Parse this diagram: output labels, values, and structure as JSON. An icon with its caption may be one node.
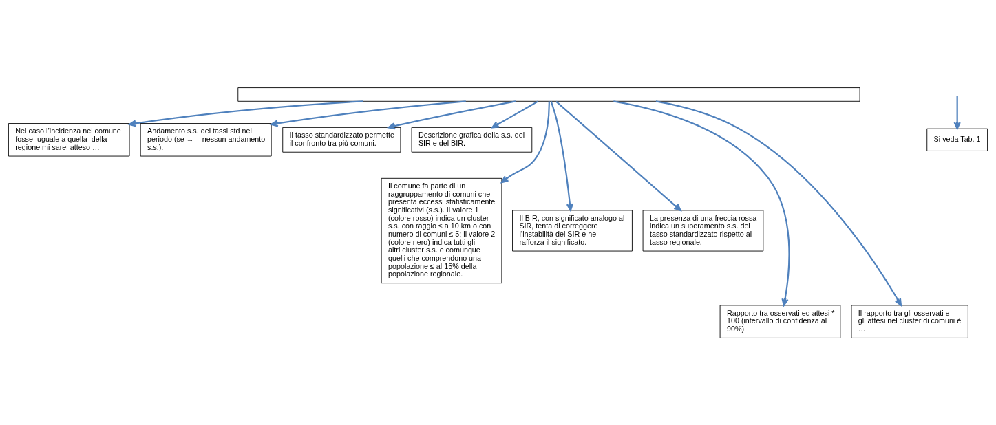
{
  "diagram": {
    "nodes": [
      {
        "text": [],
        "shape": "box"
      },
      {
        "text": [
          "Si veda Tab. 1"
        ]
      },
      {
        "text": [
          "Nel caso l’incidenza nel comune fosse  uguale a quella  della regione mi sarei atteso …"
        ]
      },
      {
        "text": [
          "Andamento s.s. dei tassi std nel periodo (se → = nessun andamento s.s.)."
        ]
      },
      {
        "text": [
          "Il tasso standardizzato permette il confronto tra più comuni."
        ]
      },
      {
        "text": [
          "Descrizione grafica della s.s. del SIR e del BIR."
        ]
      },
      {
        "text": [
          "Il comune fa parte di un raggruppamento di comuni che presenta eccessi statisticamente significativi (s.s.). Il valore 1 (colore rosso) indica un cluster s.s. con raggio ≤ a 10 km o con numero di comuni ≤ 5; il valore 2 (colore nero) indica tutti gli altri cluster s.s. e comunque quelli che comprendono una popolazione ≤ al 15% della popolazione regionale."
        ]
      },
      {
        "text": [
          "Il BIR, con significato analogo al SIR, tenta di correggere l’instabilità del SIR e ne rafforza il significato."
        ]
      },
      {
        "text": [
          "La presenza di una freccia rossa indica un superamento s.s. del tasso standardizzato rispetto al tasso regionale."
        ]
      },
      {
        "text": [
          "Rapporto tra osservati ed attesi * 100 (intervallo di confidenza al 90%)."
        ]
      },
      {
        "text": [
          "Il rapporto tra gli osservati e gli attesi nel cluster di comuni è …"
        ]
      }
    ],
    "edges": [
      {
        "from": 0,
        "to": 2,
        "arrow": "to"
      },
      {
        "from": 0,
        "to": 6,
        "arrow": "to"
      },
      {
        "from": 0,
        "to": 10,
        "arrow": "to"
      },
      {
        "from": 0,
        "to": 4,
        "arrow": "to"
      },
      {
        "from": 0,
        "to": 8,
        "arrow": "to"
      },
      {
        "from": 0,
        "to": 9,
        "arrow": "to"
      },
      {
        "from": 0,
        "to": 7,
        "arrow": "to"
      },
      {
        "from": 0,
        "to": 5,
        "arrow": "to"
      },
      {
        "from": 0,
        "to": 3,
        "arrow": "to"
      },
      {
        "from": null,
        "to": 1,
        "arrow": "to"
      }
    ]
  }
}
